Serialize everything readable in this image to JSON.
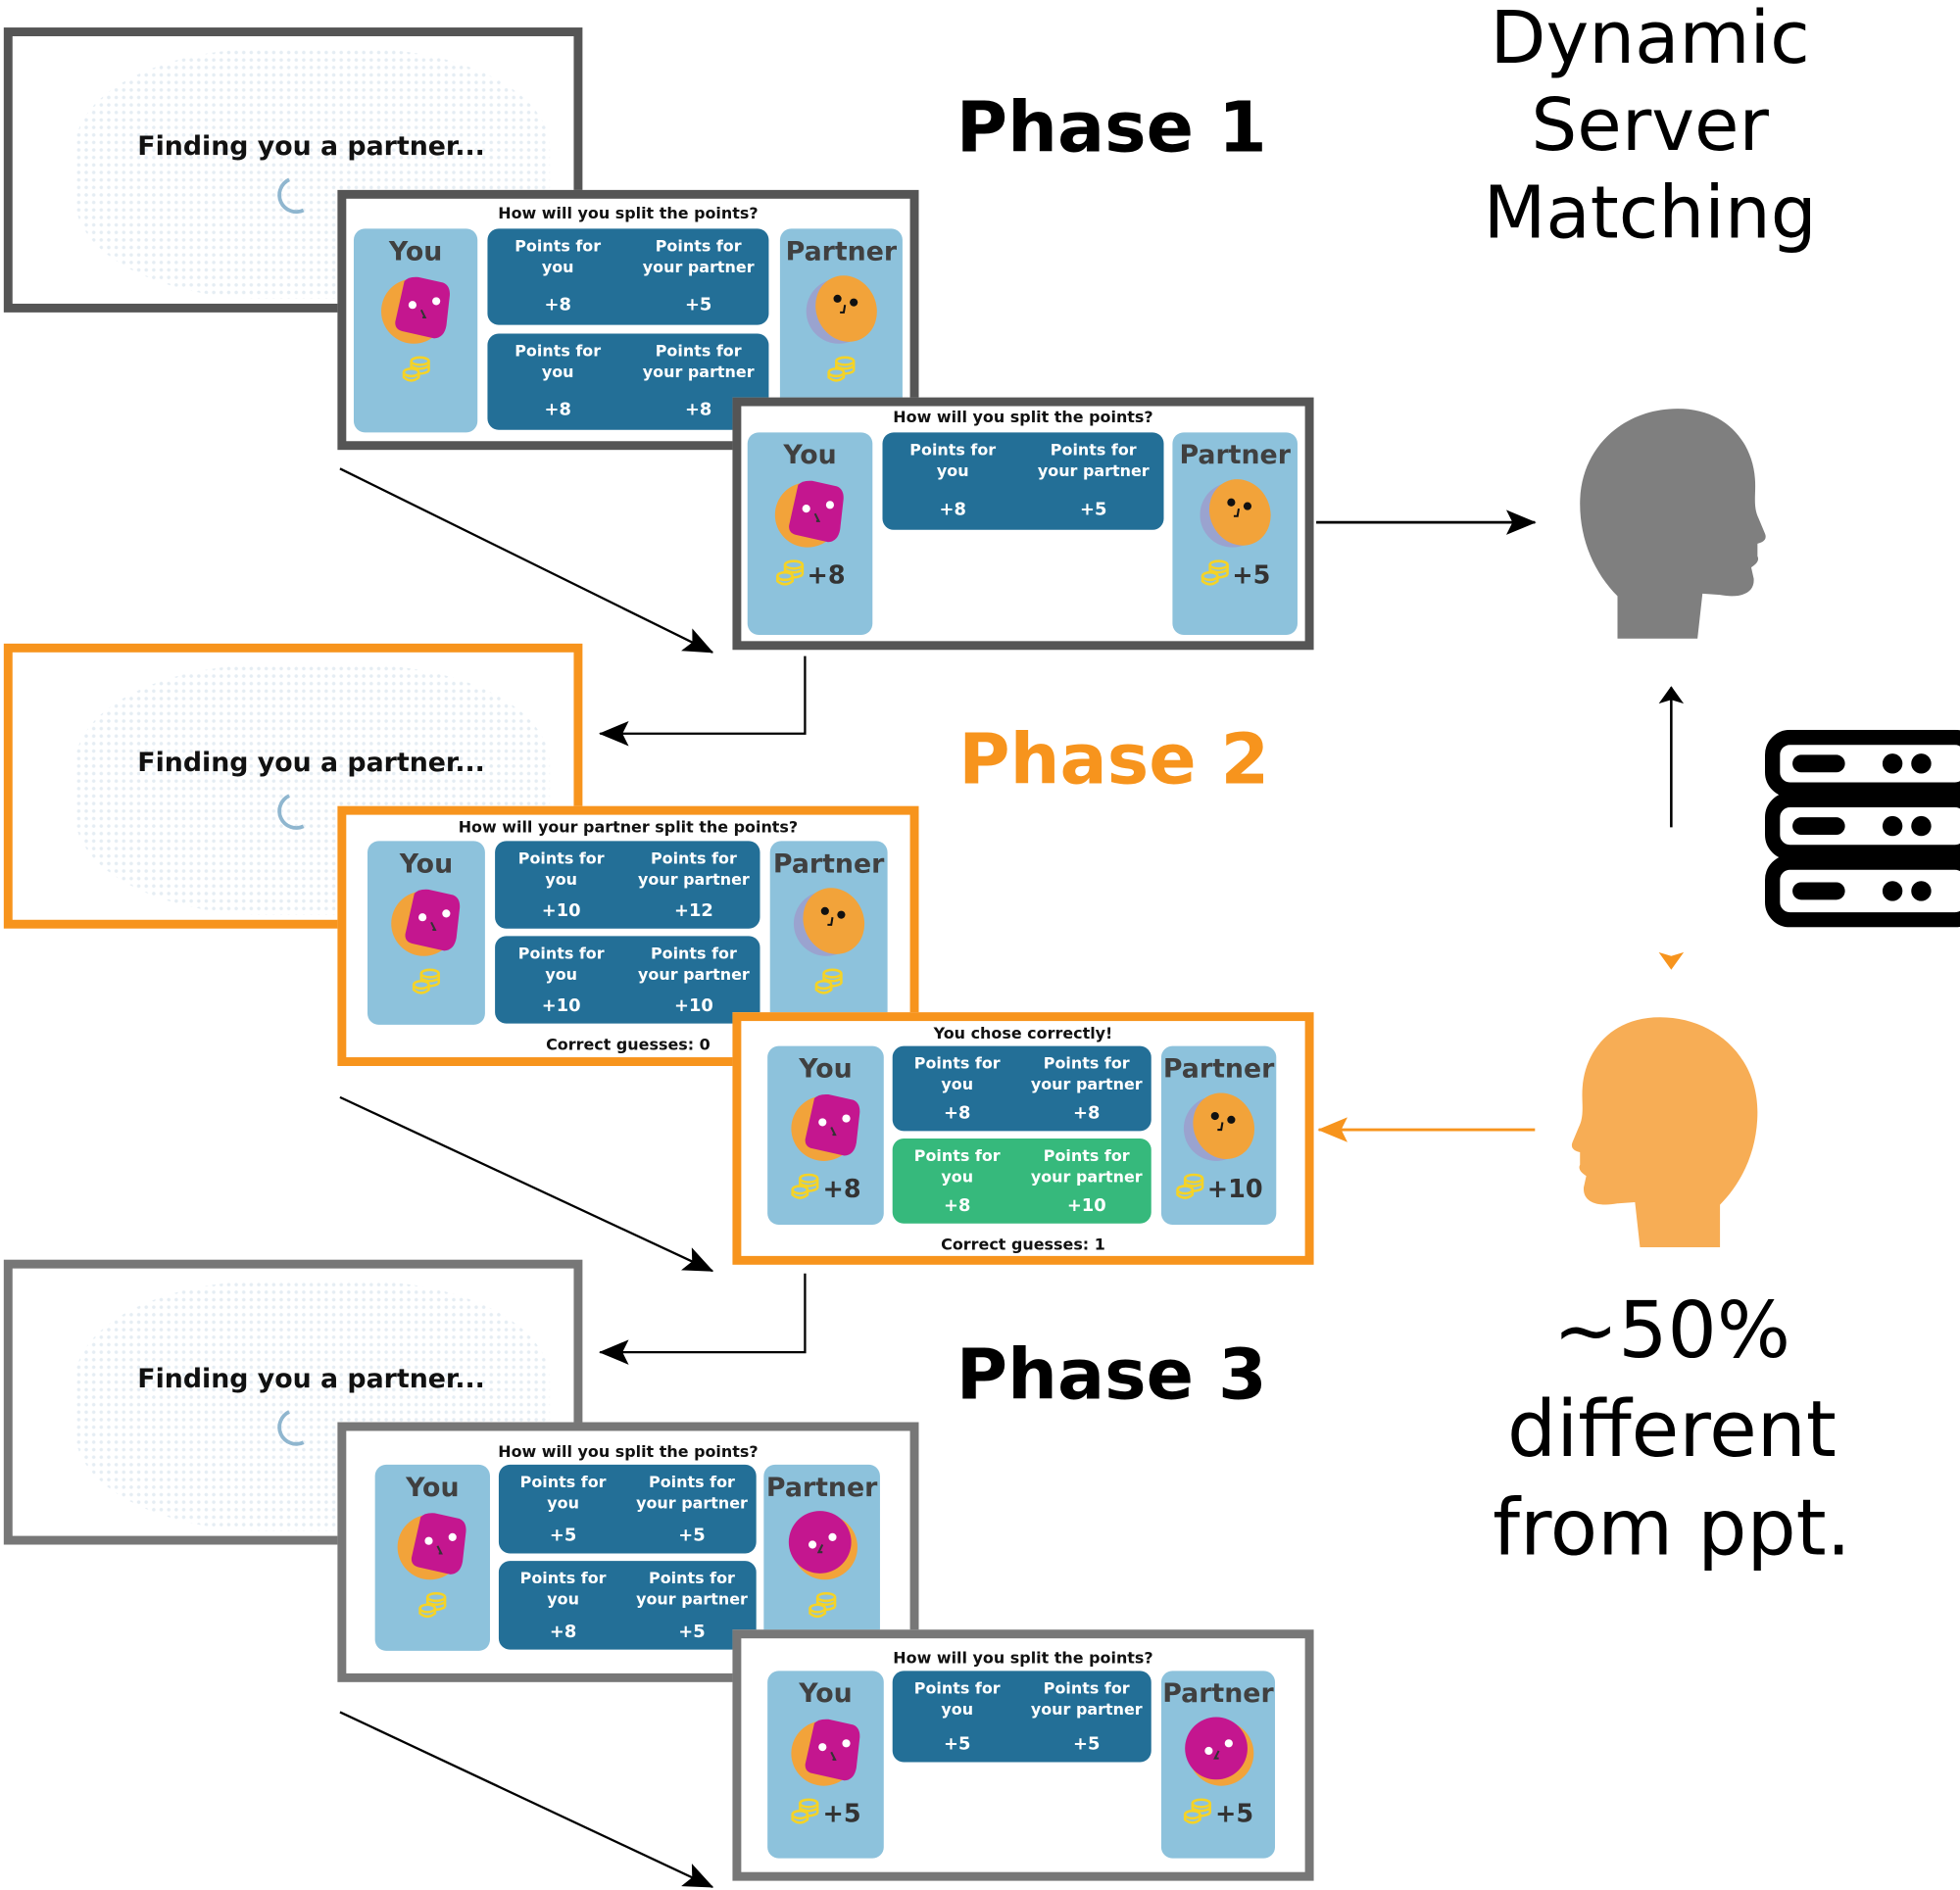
{
  "colors": {
    "phase1_frame": "#555555",
    "phase2_frame": "#f7941d",
    "phase3_frame": "#777777",
    "option_blue": "#236f97",
    "option_green": "#36b97c",
    "card_blue": "#8dc2dc",
    "head_gray": "#7f7f7f",
    "head_orange": "#f7ad55"
  },
  "finding_text": "Finding you a partner...",
  "phases": [
    {
      "label": "Phase 1",
      "choice": {
        "title": "How will you split the points?",
        "you": {
          "label": "You",
          "points": ""
        },
        "partner": {
          "label": "Partner",
          "points": "",
          "face": "orange"
        },
        "options": [
          {
            "you_label": "Points for you",
            "partner_label": "Points for your partner",
            "you": "+8",
            "partner": "+5"
          },
          {
            "you_label": "Points for you",
            "partner_label": "Points for your partner",
            "you": "+8",
            "partner": "+8"
          }
        ],
        "footer": ""
      },
      "result": {
        "title": "How will you split the points?",
        "you": {
          "label": "You",
          "points": "+8"
        },
        "partner": {
          "label": "Partner",
          "points": "+5",
          "face": "orange"
        },
        "options": [
          {
            "you_label": "Points for you",
            "partner_label": "Points for your partner",
            "you": "+8",
            "partner": "+5"
          }
        ],
        "footer": ""
      }
    },
    {
      "label": "Phase 2",
      "choice": {
        "title": "How will your partner split the points?",
        "you": {
          "label": "You",
          "points": ""
        },
        "partner": {
          "label": "Partner",
          "points": "",
          "face": "orange"
        },
        "options": [
          {
            "you_label": "Points for you",
            "partner_label": "Points for your partner",
            "you": "+10",
            "partner": "+12"
          },
          {
            "you_label": "Points for you",
            "partner_label": "Points for your partner",
            "you": "+10",
            "partner": "+10"
          }
        ],
        "footer": "Correct guesses:  0"
      },
      "result": {
        "title": "You chose correctly!",
        "you": {
          "label": "You",
          "points": "+8"
        },
        "partner": {
          "label": "Partner",
          "points": "+10",
          "face": "orange"
        },
        "options": [
          {
            "you_label": "Points for you",
            "partner_label": "Points for your partner",
            "you": "+8",
            "partner": "+8"
          },
          {
            "you_label": "Points for you",
            "partner_label": "Points for your partner",
            "you": "+8",
            "partner": "+10",
            "highlight": "green"
          }
        ],
        "footer": "Correct guesses:  1"
      }
    },
    {
      "label": "Phase 3",
      "choice": {
        "title": "How will you split the points?",
        "you": {
          "label": "You",
          "points": ""
        },
        "partner": {
          "label": "Partner",
          "points": "",
          "face": "magenta"
        },
        "options": [
          {
            "you_label": "Points for you",
            "partner_label": "Points for your partner",
            "you": "+5",
            "partner": "+5"
          },
          {
            "you_label": "Points for you",
            "partner_label": "Points for your partner",
            "you": "+8",
            "partner": "+5"
          }
        ],
        "footer": ""
      },
      "result": {
        "title": "How will you split the points?",
        "you": {
          "label": "You",
          "points": "+5"
        },
        "partner": {
          "label": "Partner",
          "points": "+5",
          "face": "magenta"
        },
        "options": [
          {
            "you_label": "Points for you",
            "partner_label": "Points for your partner",
            "you": "+5",
            "partner": "+5"
          }
        ],
        "footer": ""
      }
    }
  ],
  "right": {
    "title_lines": [
      "Dynamic",
      "Server",
      "Matching"
    ],
    "note_lines": [
      "~50%",
      "different",
      "from ppt."
    ],
    "icons": [
      "head-gray-icon",
      "server-icon",
      "head-orange-icon"
    ]
  }
}
